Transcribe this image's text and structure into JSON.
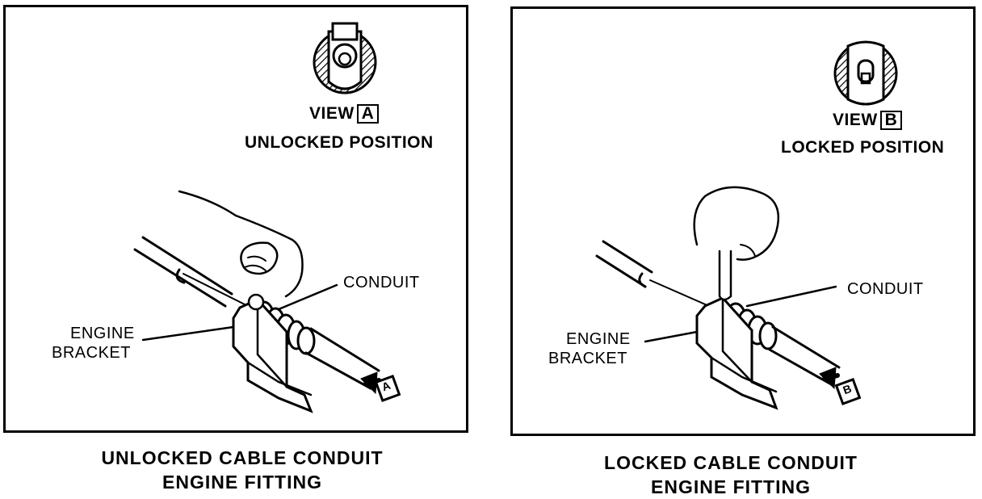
{
  "left_panel": {
    "view_word": "VIEW",
    "view_letter": "A",
    "position": "UNLOCKED POSITION",
    "conduit_label": "CONDUIT",
    "engine_label": "ENGINE",
    "bracket_label": "BRACKET",
    "arrow_letter": "A",
    "caption_line1": "UNLOCKED CABLE CONDUIT",
    "caption_line2": "ENGINE FITTING"
  },
  "right_panel": {
    "view_word": "VIEW",
    "view_letter": "B",
    "position": "LOCKED POSITION",
    "conduit_label": "CONDUIT",
    "engine_label": "ENGINE",
    "bracket_label": "BRACKET",
    "arrow_letter": "B",
    "caption_line1": "LOCKED CABLE CONDUIT",
    "caption_line2": "ENGINE FITTING"
  }
}
